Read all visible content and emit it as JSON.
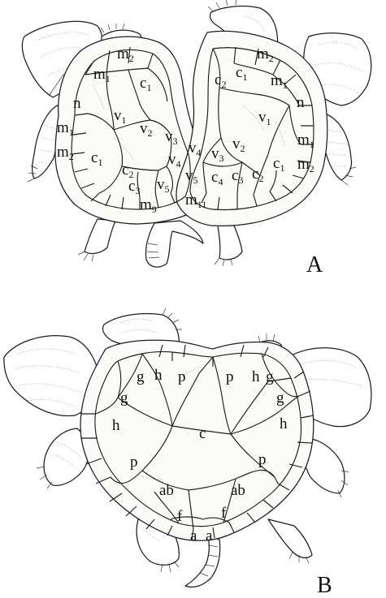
{
  "panel_a": {
    "panel_label": "A",
    "scute_labels": [
      {
        "base": "m",
        "sub": "2"
      },
      {
        "base": "m",
        "sub": "1"
      },
      {
        "base": "c",
        "sub": "1"
      },
      {
        "base": "n",
        "sub": ""
      },
      {
        "base": "v",
        "sub": "1"
      },
      {
        "base": "v",
        "sub": "2"
      },
      {
        "base": "m",
        "sub": "1"
      },
      {
        "base": "v",
        "sub": "3"
      },
      {
        "base": "m",
        "sub": "2"
      },
      {
        "base": "c",
        "sub": "1"
      },
      {
        "base": "v",
        "sub": "4"
      },
      {
        "base": "c",
        "sub": "2"
      },
      {
        "base": "c",
        "sub": "3"
      },
      {
        "base": "v",
        "sub": "5"
      },
      {
        "base": "m",
        "sub": "9"
      },
      {
        "base": "c",
        "sub": "2"
      },
      {
        "base": "c",
        "sub": "1"
      },
      {
        "base": "m",
        "sub": "2"
      },
      {
        "base": "m",
        "sub": "1"
      },
      {
        "base": "n",
        "sub": ""
      },
      {
        "base": "v",
        "sub": "1"
      },
      {
        "base": "v",
        "sub": "2"
      },
      {
        "base": "v",
        "sub": "3"
      },
      {
        "base": "v",
        "sub": "4"
      },
      {
        "base": "m",
        "sub": "1"
      },
      {
        "base": "c",
        "sub": "1"
      },
      {
        "base": "m",
        "sub": "2"
      },
      {
        "base": "c",
        "sub": "2"
      },
      {
        "base": "c",
        "sub": "3"
      },
      {
        "base": "c",
        "sub": "4"
      },
      {
        "base": "v",
        "sub": "5"
      },
      {
        "base": "m",
        "sub": "11"
      }
    ]
  },
  "panel_b": {
    "panel_label": "B",
    "scute_labels": [
      "h",
      "p",
      "p",
      "h",
      "g",
      "g",
      "g",
      "g",
      "h",
      "c",
      "h",
      "p",
      "p",
      "ab",
      "ab",
      "f",
      "f",
      "a",
      "a"
    ]
  }
}
